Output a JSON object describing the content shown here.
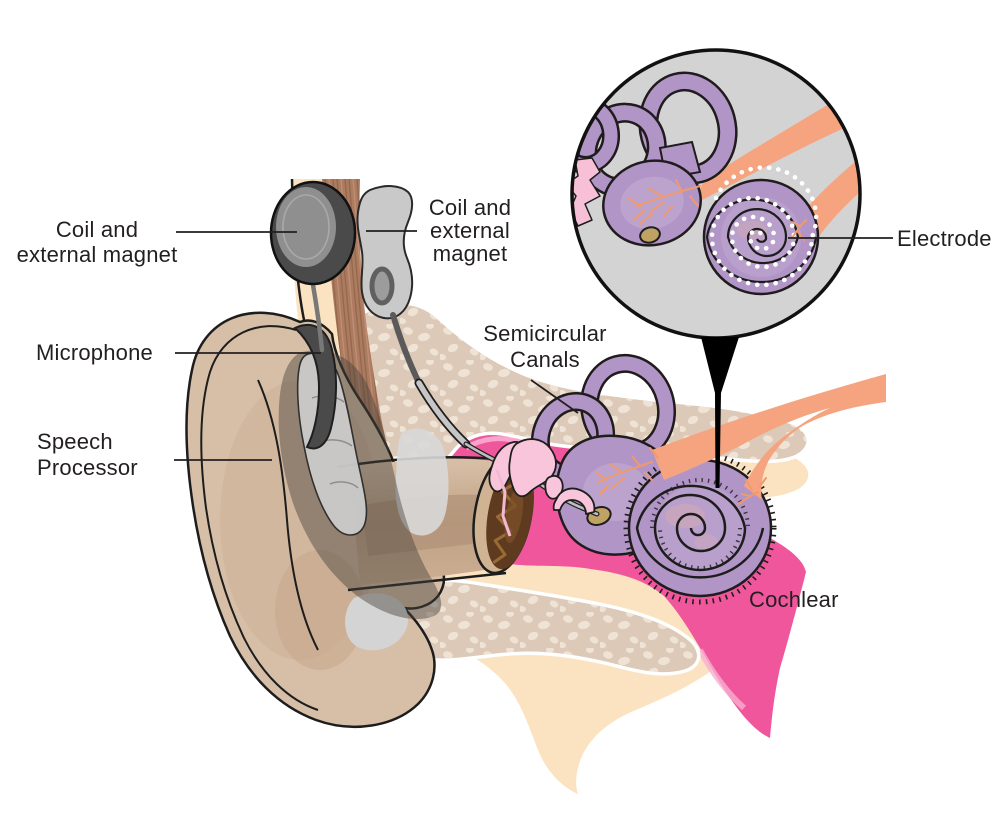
{
  "labels": {
    "coil_left": "Coil and\nexternal magnet",
    "coil_right": "Coil and\nexternal\nmagnet",
    "microphone": "Microphone",
    "speech_processor": "Speech\nProcessor",
    "semicircular_canals": "Semicircular\nCanals",
    "electrode": "Electrode",
    "cochlear": "Cochlear"
  },
  "palette": {
    "inner_ear_purple": "#b295c7",
    "inner_ear_purple_light": "#c6b2d6",
    "nerve_orange": "#f5a47f",
    "nerve_twig_orange": "#ef9a6e",
    "middle_ear_pink": "#f0569c",
    "middle_ear_pink_light": "#f9aed0",
    "ossicle_pink": "#f8c5da",
    "skin_tan": "#d7bea6",
    "bone_tan": "#dcc9b8",
    "bone_pebble": "#efe3d5",
    "skin_peach": "#fbe3c1",
    "muscle_brown": "#ab7c60",
    "eardrum_brown": "#5e3b1f",
    "eardrum_rim_tan": "#cfb392",
    "oval_window_tan": "#c0a264",
    "hardware_gray_dark": "#4a4a4a",
    "hardware_gray_mid": "#8f8f8f",
    "hardware_gray_light": "#c9c9c9",
    "inset_bg_gray": "#d3d3d4",
    "electrode_dot_white": "#ffffff",
    "pointer_black": "#000000",
    "outline_black": "#1d1d1d",
    "label_text": "#231f20"
  }
}
